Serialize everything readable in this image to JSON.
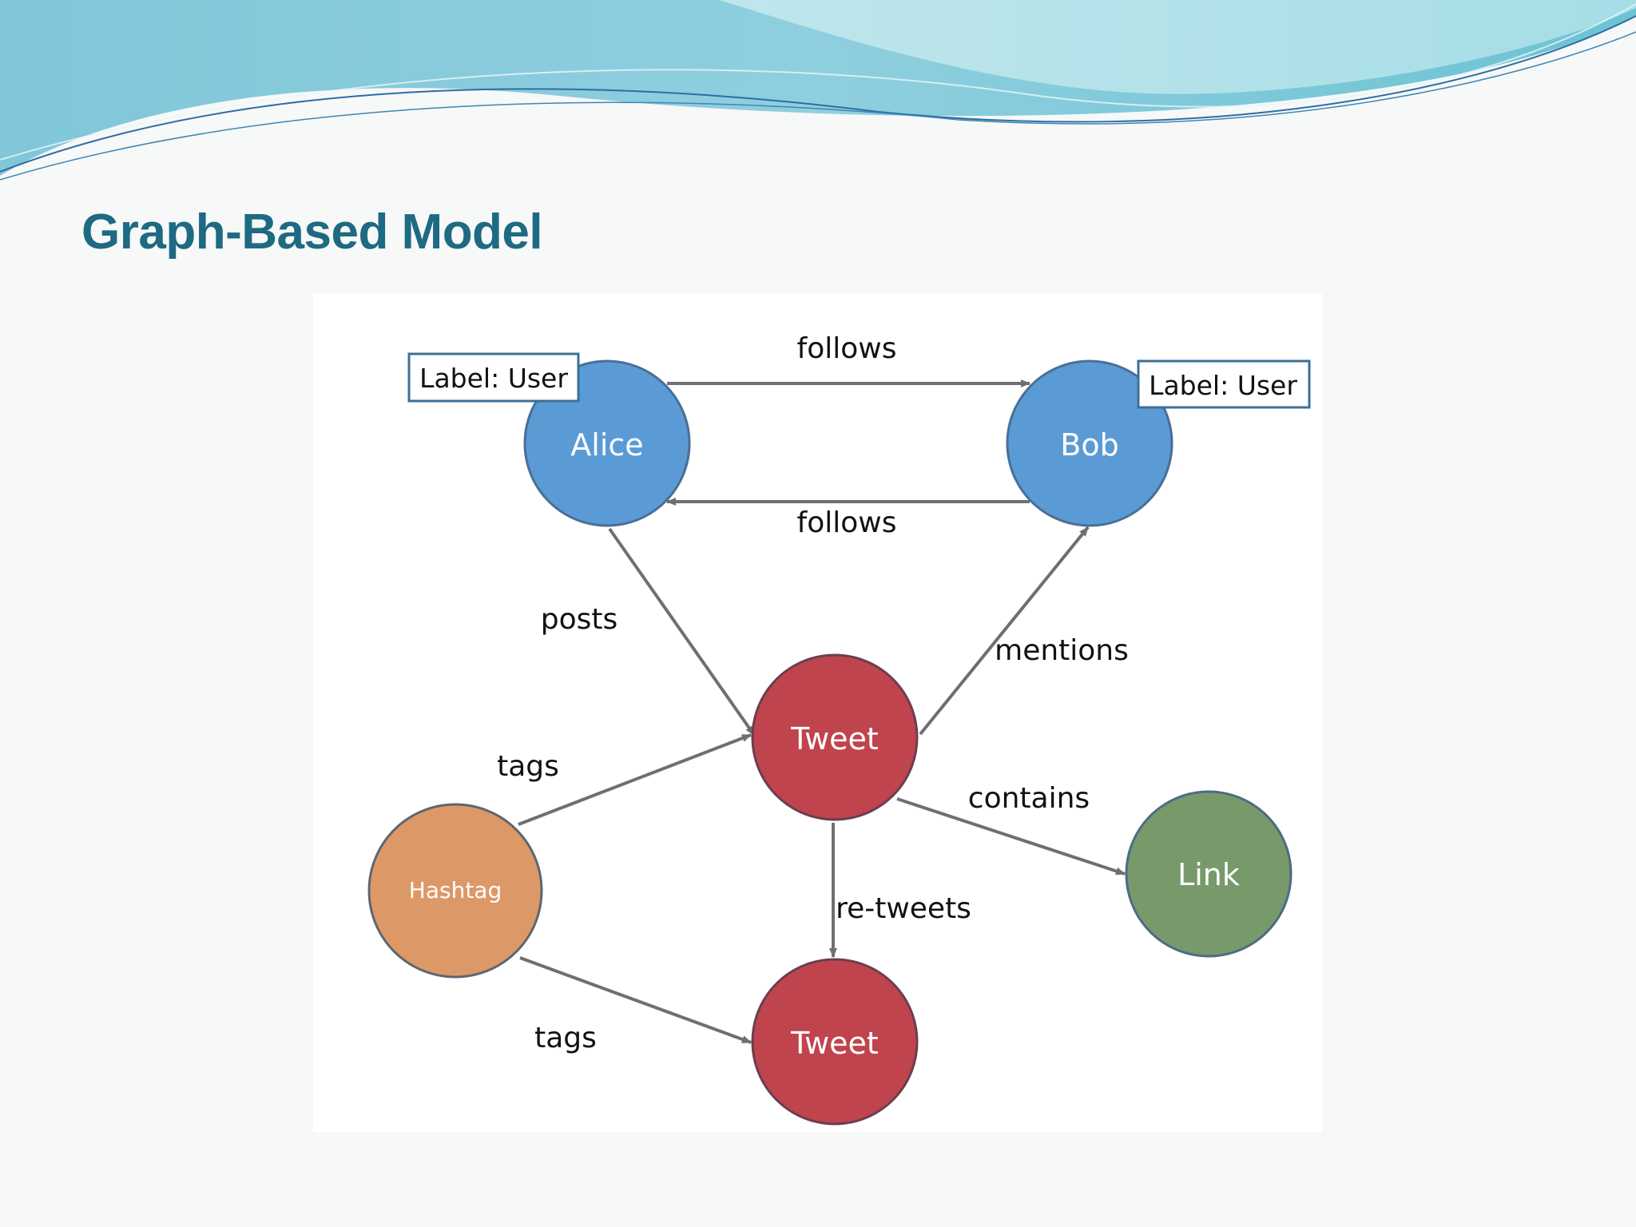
{
  "slide": {
    "title": "Graph-Based Model"
  },
  "colors": {
    "title": "#1e6a82",
    "user_node": "#5b9bd5",
    "tweet_node": "#c0444d",
    "hashtag_node": "#dd9867",
    "link_node": "#78996a",
    "edge": "#6f6f6f",
    "banner": "#7cc9d8"
  },
  "diagram": {
    "nodes": {
      "alice": {
        "name": "Alice",
        "tag": "Label: User"
      },
      "bob": {
        "name": "Bob",
        "tag": "Label: User"
      },
      "tweet_top": {
        "name": "Tweet"
      },
      "tweet_bottom": {
        "name": "Tweet"
      },
      "hashtag": {
        "name": "Hashtag"
      },
      "link": {
        "name": "Link"
      }
    },
    "edges": {
      "alice_follows_bob": "follows",
      "bob_follows_alice": "follows",
      "alice_posts_tweet": "posts",
      "tweet_mentions_bob": "mentions",
      "hashtag_tags_tweet_top": "tags",
      "tweet_contains_link": "contains",
      "tweet_retweets_tweet": "re-tweets",
      "hashtag_tags_tweet_bottom": "tags"
    }
  }
}
